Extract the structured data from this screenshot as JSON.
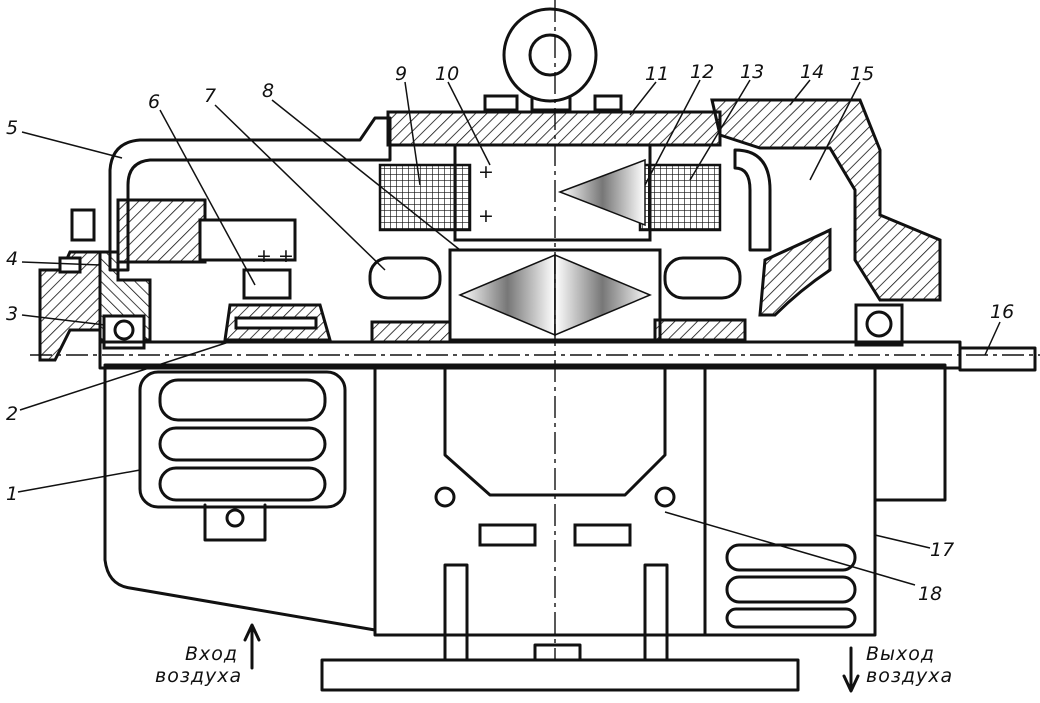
{
  "callouts": [
    {
      "number": "1"
    },
    {
      "number": "2"
    },
    {
      "number": "3"
    },
    {
      "number": "4"
    },
    {
      "number": "5"
    },
    {
      "number": "6"
    },
    {
      "number": "7"
    },
    {
      "number": "8"
    },
    {
      "number": "9"
    },
    {
      "number": "10"
    },
    {
      "number": "11"
    },
    {
      "number": "12"
    },
    {
      "number": "13"
    },
    {
      "number": "14"
    },
    {
      "number": "15"
    },
    {
      "number": "16"
    },
    {
      "number": "17"
    },
    {
      "number": "18"
    }
  ],
  "air_inlet": {
    "line1": "Вход",
    "line2": "воздуха"
  },
  "air_outlet": {
    "line1": "Выход",
    "line2": "воздуха"
  },
  "colors": {
    "ink": "#111111",
    "paper": "#ffffff"
  }
}
